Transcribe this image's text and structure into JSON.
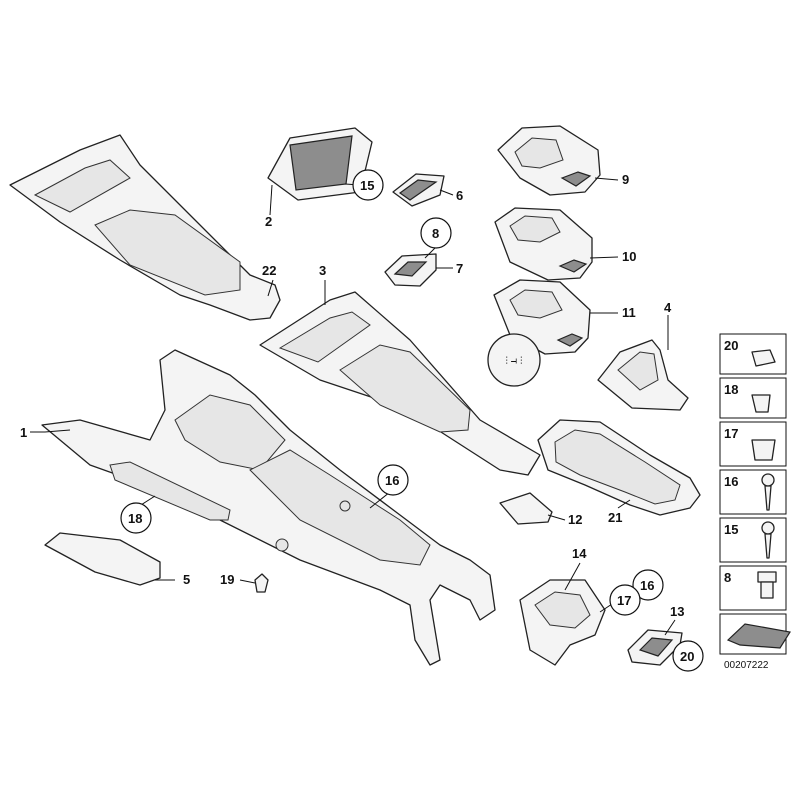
{
  "diagram_code": "00207222",
  "callouts": {
    "c1": "1",
    "c2": "2",
    "c3": "3",
    "c4": "4",
    "c5": "5",
    "c6": "6",
    "c7": "7",
    "c8": "8",
    "c9": "9",
    "c10": "10",
    "c11": "11",
    "c12": "12",
    "c13": "13",
    "c14": "14",
    "c15": "15",
    "c16a": "16",
    "c16b": "16",
    "c17": "17",
    "c18": "18",
    "c19": "19",
    "c20": "20",
    "c21": "21",
    "c22": "22"
  },
  "fastener_panel": [
    "20",
    "18",
    "17",
    "16",
    "15",
    "8"
  ],
  "colors": {
    "line": "#222222",
    "part_fill": "#f4f4f4",
    "shade": "#8d8d8d"
  }
}
